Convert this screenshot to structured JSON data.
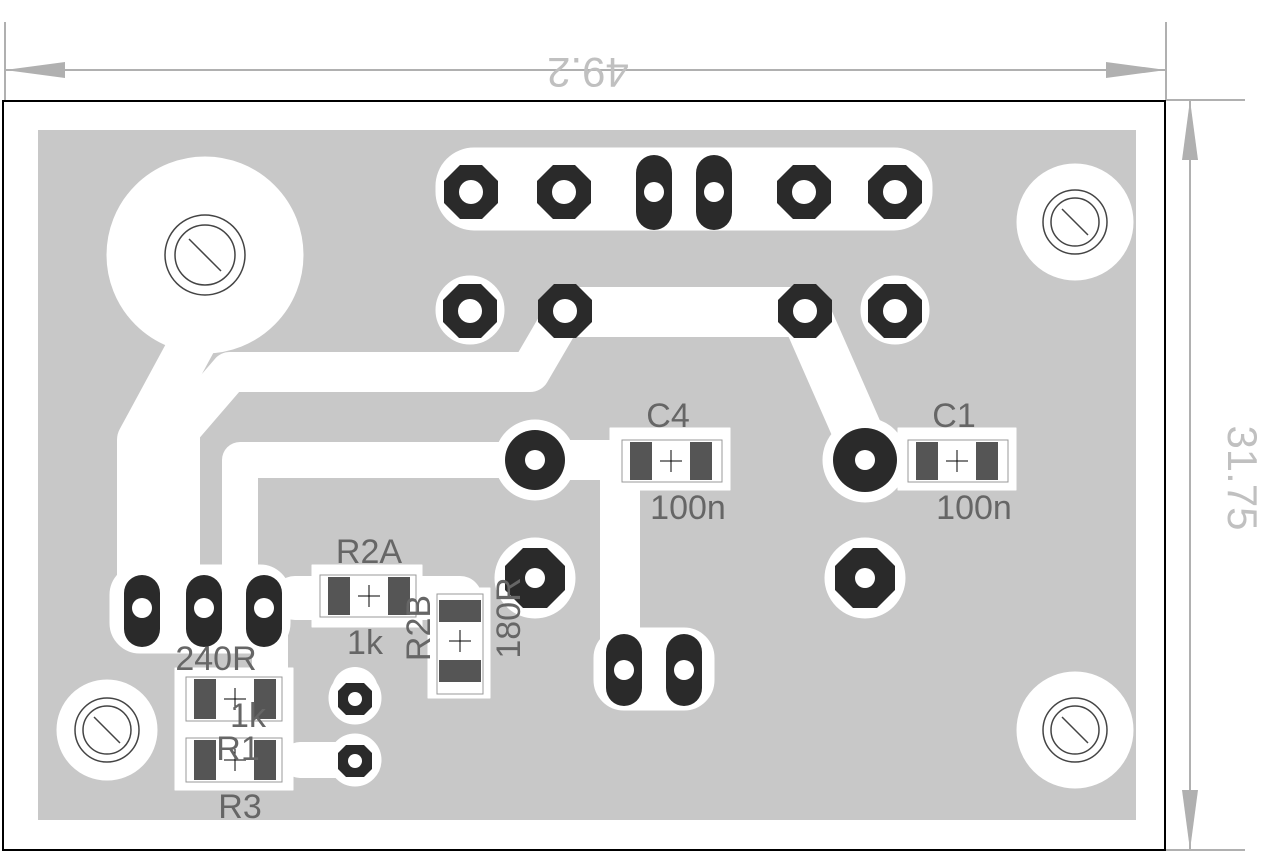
{
  "dimensions": {
    "width_label": "49.2",
    "height_label": "31.75"
  },
  "components": [
    {
      "ref": "C4",
      "value": "100n"
    },
    {
      "ref": "C1",
      "value": "100n"
    },
    {
      "ref": "R2A",
      "value": "1k"
    },
    {
      "ref": "R2B",
      "value": "180R"
    },
    {
      "ref": "R1",
      "value": "240R"
    },
    {
      "ref": "R3",
      "value": "1k"
    }
  ],
  "colors": {
    "board_outline": "#000000",
    "copper_pour": "#c8c8c8",
    "clearance": "#ffffff",
    "pad": "#2a2a2a",
    "silkscreen": "#666666",
    "smd_end": "#555555"
  }
}
